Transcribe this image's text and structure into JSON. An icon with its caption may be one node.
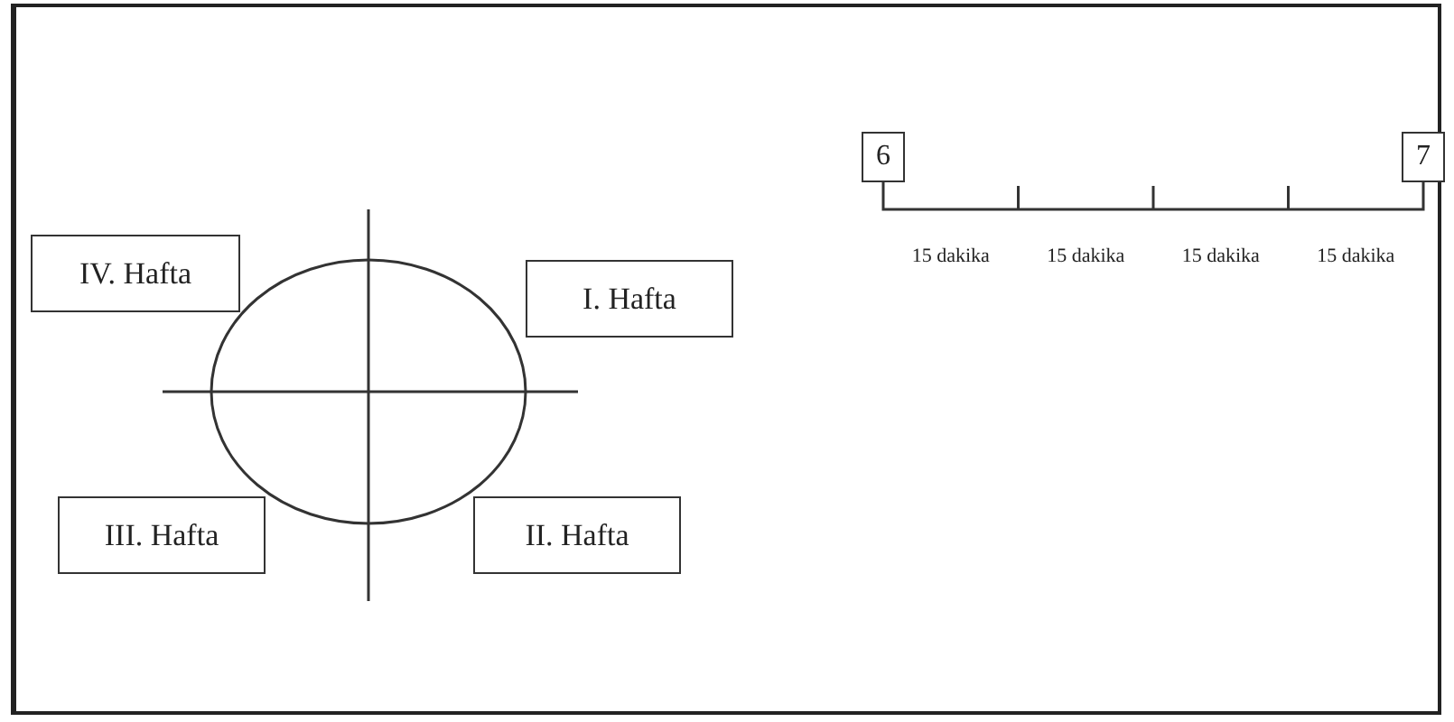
{
  "diagram": {
    "nodes": [
      {
        "text": [
          "6"
        ]
      },
      {
        "text": [
          "7"
        ]
      },
      {
        "text": [
          "IV. Hafta"
        ]
      },
      {
        "text": [
          "I. Hafta"
        ]
      },
      {
        "text": [
          "III. Hafta"
        ]
      },
      {
        "text": [
          "II. Hafta"
        ]
      }
    ],
    "edges": [
      {
        "from": 0,
        "to": 1,
        "arrow": "none"
      }
    ],
    "labels": [
      "15 dakika",
      "15 dakika",
      "15 dakika",
      "15 dakika"
    ]
  }
}
